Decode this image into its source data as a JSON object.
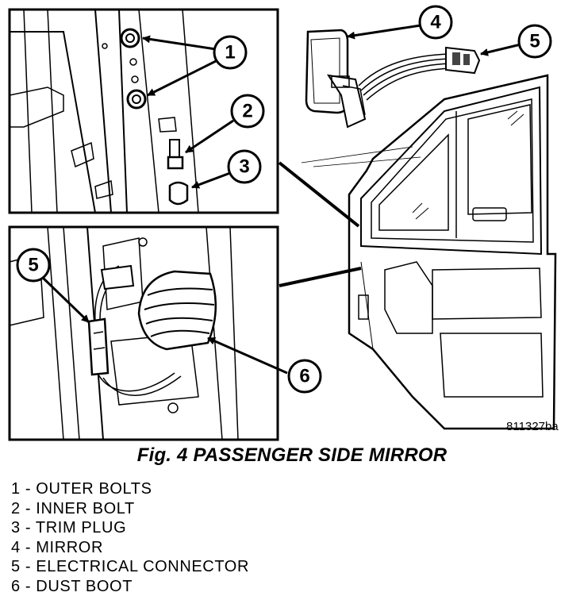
{
  "figure": {
    "code": "811327ba",
    "callouts": [
      {
        "number": "1"
      },
      {
        "number": "2"
      },
      {
        "number": "3"
      },
      {
        "number": "4"
      },
      {
        "number": "5"
      },
      {
        "number": "5"
      },
      {
        "number": "6"
      }
    ]
  },
  "caption": "Fig. 4 PASSENGER SIDE MIRROR",
  "legend": [
    "1 - OUTER BOLTS",
    "2 - INNER BOLT",
    "3 - TRIM PLUG",
    "4 - MIRROR",
    "5 - ELECTRICAL CONNECTOR",
    "6 - DUST BOOT"
  ]
}
